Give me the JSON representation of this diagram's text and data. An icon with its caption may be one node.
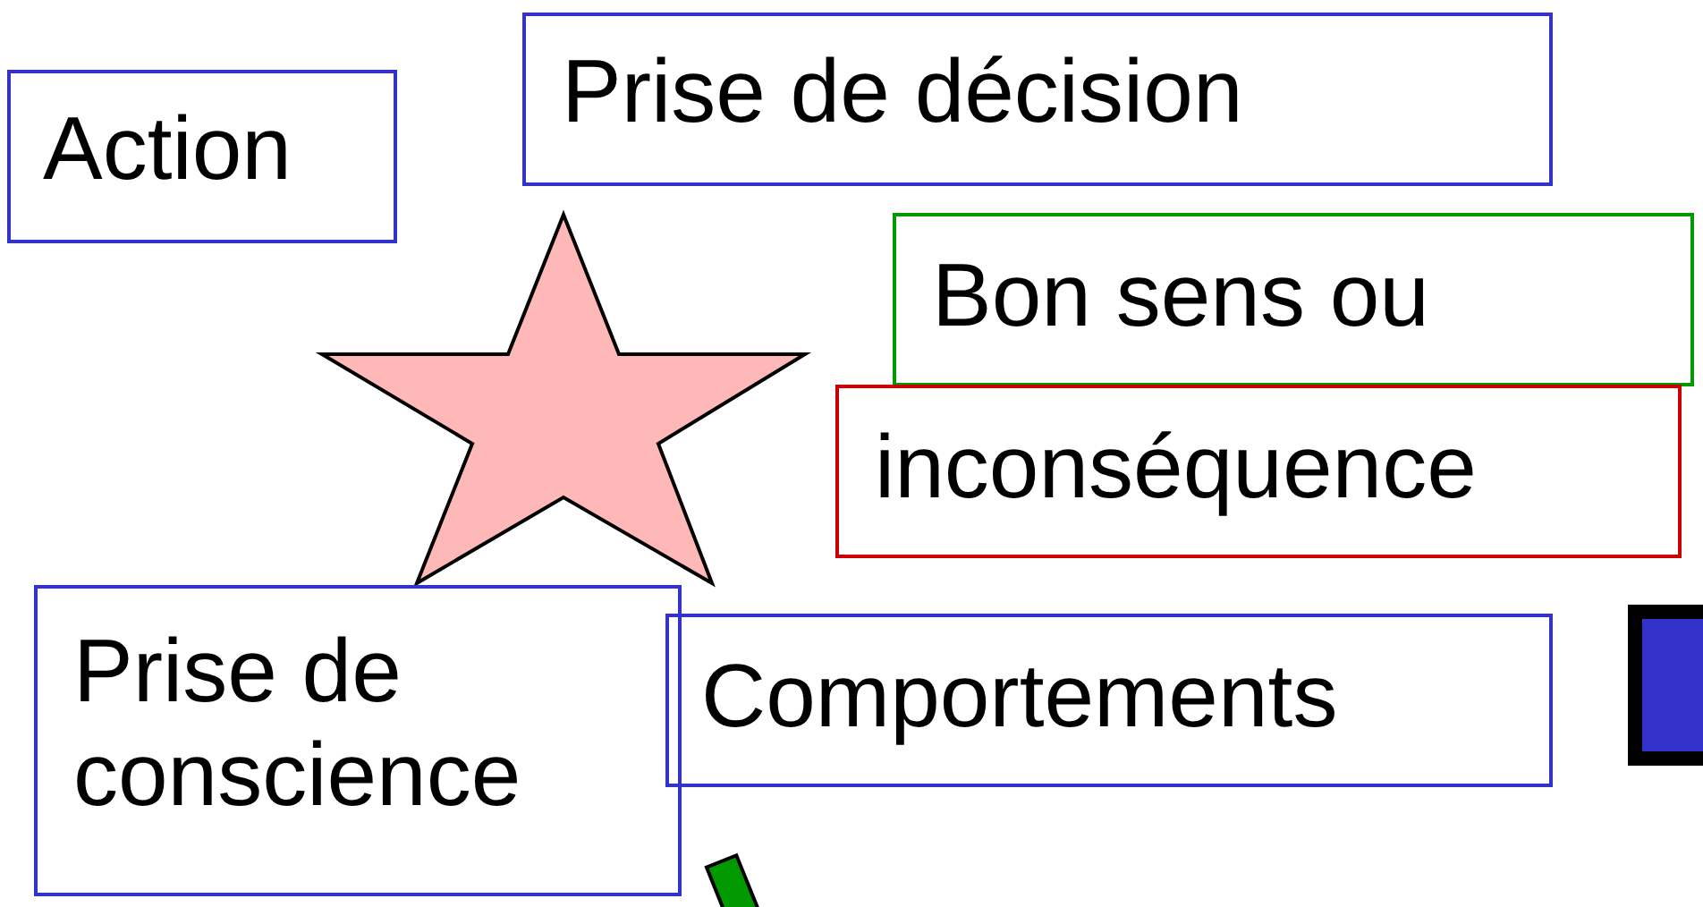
{
  "diagram": {
    "nodes": [
      {
        "text": [
          "Action"
        ]
      },
      {
        "text": [
          "Prise de décision"
        ]
      },
      {
        "text": [],
        "shape": "star"
      },
      {
        "text": [
          "Bon sens ou"
        ]
      },
      {
        "text": [
          "inconséquence"
        ]
      },
      {
        "text": [
          "Prise de conscience"
        ]
      },
      {
        "text": [
          "Comportements"
        ]
      },
      {
        "text": [],
        "shape": "box"
      },
      {
        "text": [],
        "shape": "bar"
      }
    ],
    "edges": []
  }
}
